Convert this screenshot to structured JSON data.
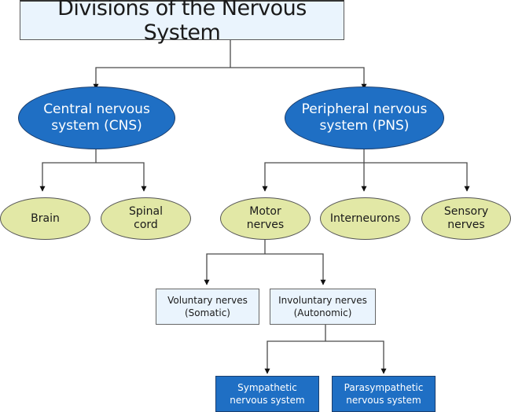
{
  "diagram": {
    "title": "Divisions of the Nervous System",
    "nodes": {
      "cns": "Central nervous\nsystem (CNS)",
      "pns": "Peripheral nervous\nsystem (PNS)",
      "brain": "Brain",
      "spinal_cord": "Spinal\ncord",
      "motor_nerves": "Motor\nnerves",
      "interneurons": "Interneurons",
      "sensory_nerves": "Sensory\nnerves",
      "voluntary": "Voluntary nerves\n(Somatic)",
      "involuntary": "Involuntary nerves\n(Autonomic)",
      "sympathetic": "Sympathetic\nnervous system",
      "parasympathetic": "Parasympathetic\nnervous system"
    },
    "edges": [
      {
        "from": "title",
        "to": "cns"
      },
      {
        "from": "title",
        "to": "pns"
      },
      {
        "from": "cns",
        "to": "brain"
      },
      {
        "from": "cns",
        "to": "spinal_cord"
      },
      {
        "from": "pns",
        "to": "motor_nerves"
      },
      {
        "from": "pns",
        "to": "interneurons"
      },
      {
        "from": "pns",
        "to": "sensory_nerves"
      },
      {
        "from": "motor_nerves",
        "to": "voluntary"
      },
      {
        "from": "motor_nerves",
        "to": "involuntary"
      },
      {
        "from": "involuntary",
        "to": "sympathetic"
      },
      {
        "from": "involuntary",
        "to": "parasympathetic"
      }
    ],
    "colors": {
      "primary_blue": "#1f6fc4",
      "light_blue": "#eaf4fd",
      "leaf_green": "#e2e8a6",
      "connector": "#4a4a4a"
    }
  }
}
